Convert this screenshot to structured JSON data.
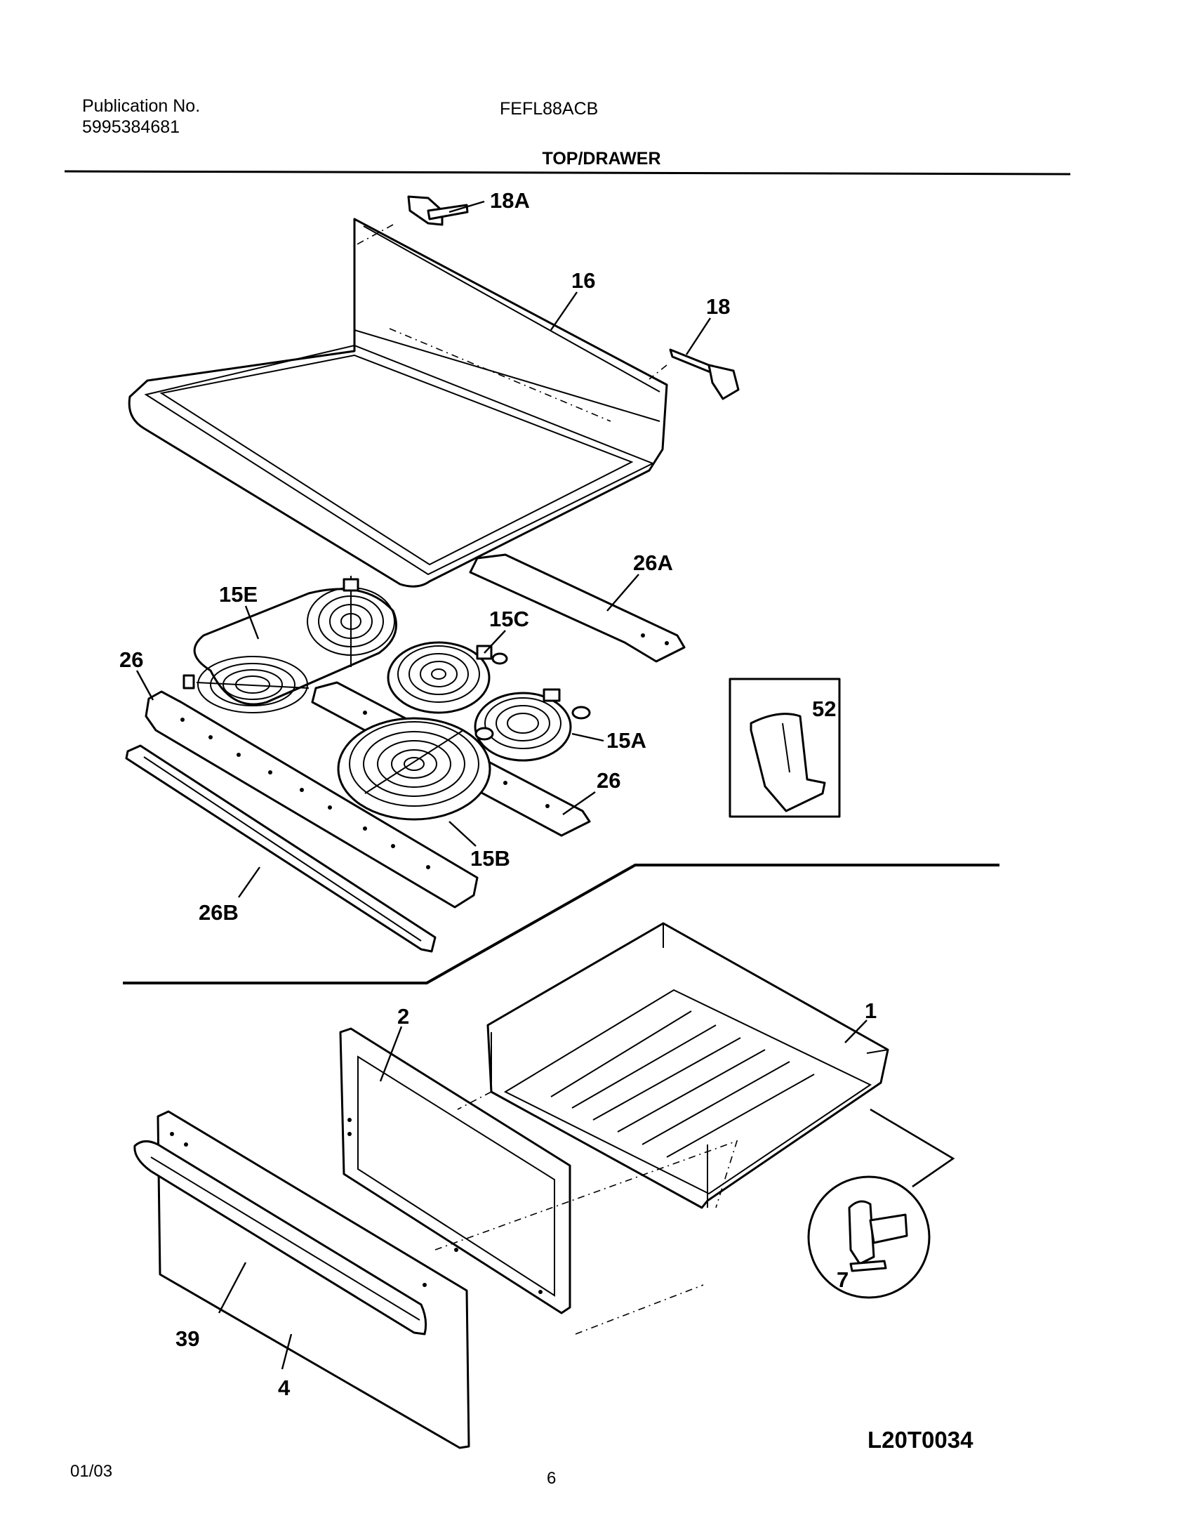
{
  "header": {
    "publication_label": "Publication No.",
    "publication_number": "5995384681",
    "model": "FEFL88ACB",
    "section_title": "TOP/DRAWER"
  },
  "callouts": {
    "c18A": "18A",
    "c16": "16",
    "c18": "18",
    "c26A": "26A",
    "c15E": "15E",
    "c15C": "15C",
    "c26_left": "26",
    "c52": "52",
    "c15A": "15A",
    "c26_right": "26",
    "c15B": "15B",
    "c26B": "26B",
    "c2": "2",
    "c1": "1",
    "c7": "7",
    "c39": "39",
    "c4": "4"
  },
  "diagram_code": "L20T0034",
  "footer": {
    "date": "01/03",
    "page": "6"
  }
}
